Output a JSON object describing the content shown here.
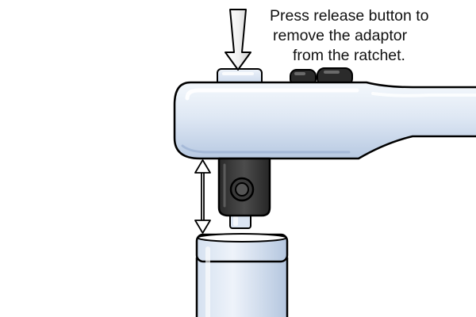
{
  "caption": {
    "line1": "Press release button to",
    "line2": "remove the adaptor",
    "line3": "from the ratchet."
  },
  "colors": {
    "metal_light": "#e6eef8",
    "metal_mid": "#c3d2e8",
    "metal_dark": "#9fb4d4",
    "drive_dark": "#2c2c2c",
    "drive_mid": "#4a4a4a",
    "outline": "#000000",
    "arrow_fill": "#f0f0f0"
  },
  "icons": {
    "press_arrow": "down-arrow-icon",
    "gap_arrow": "double-headed-vertical-arrow-icon"
  }
}
